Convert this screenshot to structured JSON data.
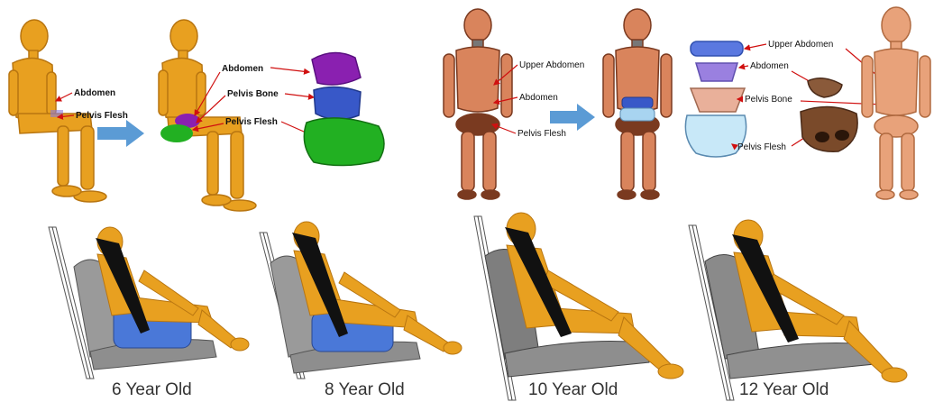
{
  "top_left": {
    "labels": {
      "abdomen": "Abdomen",
      "pelvis_flesh": "Pelvis Flesh"
    },
    "exploded_labels": {
      "abdomen": "Abdomen",
      "pelvis_bone": "Pelvis Bone",
      "pelvis_flesh": "Pelvis Flesh"
    }
  },
  "top_right": {
    "labels": {
      "upper_abdomen": "Upper Abdomen",
      "abdomen": "Abdomen",
      "pelvis_flesh": "Pelvis Flesh"
    },
    "exploded_labels": {
      "upper_abdomen": "Upper Abdomen",
      "abdomen": "Abdomen",
      "pelvis_bone": "Pelvis Bone",
      "pelvis_flesh": "Pelvis Flesh"
    }
  },
  "captions": [
    "6 Year Old",
    "8 Year Old",
    "10 Year Old",
    "12 Year Old"
  ],
  "colors": {
    "dummy_orange": "#E8A020",
    "dummy_outline": "#B87510",
    "hybrid_skin": "#D9845C",
    "hybrid_dark": "#7A3A20",
    "abdomen_purple": "#8A20B0",
    "pelvis_bone_blue": "#3858C8",
    "pelvis_flesh_green": "#22B022",
    "upper_abdomen_blue": "#5A78E0",
    "light_blue": "#A8D4F0",
    "arrow_blue": "#5B9BD5",
    "label_red": "#D01010",
    "seat_gray": "#8E8E8E",
    "booster_blue": "#4A78D8",
    "belt_black": "#111111"
  }
}
